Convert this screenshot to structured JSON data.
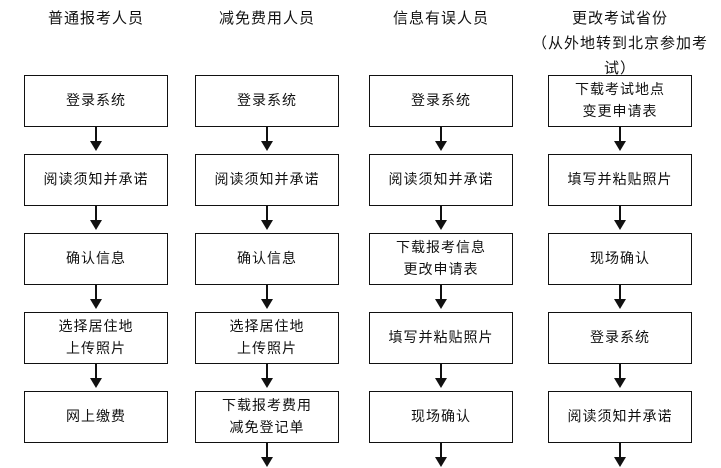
{
  "columns": [
    {
      "header": "普通报考人员",
      "steps": [
        "登录系统",
        "阅读须知并承诺",
        "确认信息",
        "选择居住地\n上传照片",
        "网上缴费"
      ],
      "trailing_arrow": false
    },
    {
      "header": "减免费用人员",
      "steps": [
        "登录系统",
        "阅读须知并承诺",
        "确认信息",
        "选择居住地\n上传照片",
        "下载报考费用\n减免登记单"
      ],
      "trailing_arrow": true
    },
    {
      "header": "信息有误人员",
      "steps": [
        "登录系统",
        "阅读须知并承诺",
        "下载报考信息\n更改申请表",
        "填写并粘贴照片",
        "现场确认"
      ],
      "trailing_arrow": true
    },
    {
      "header": "更改考试省份\n（从外地转到北京参加考试）",
      "steps": [
        "下载考试地点\n变更申请表",
        "填写并粘贴照片",
        "现场确认",
        "登录系统",
        "阅读须知并承诺"
      ],
      "trailing_arrow": true
    }
  ]
}
